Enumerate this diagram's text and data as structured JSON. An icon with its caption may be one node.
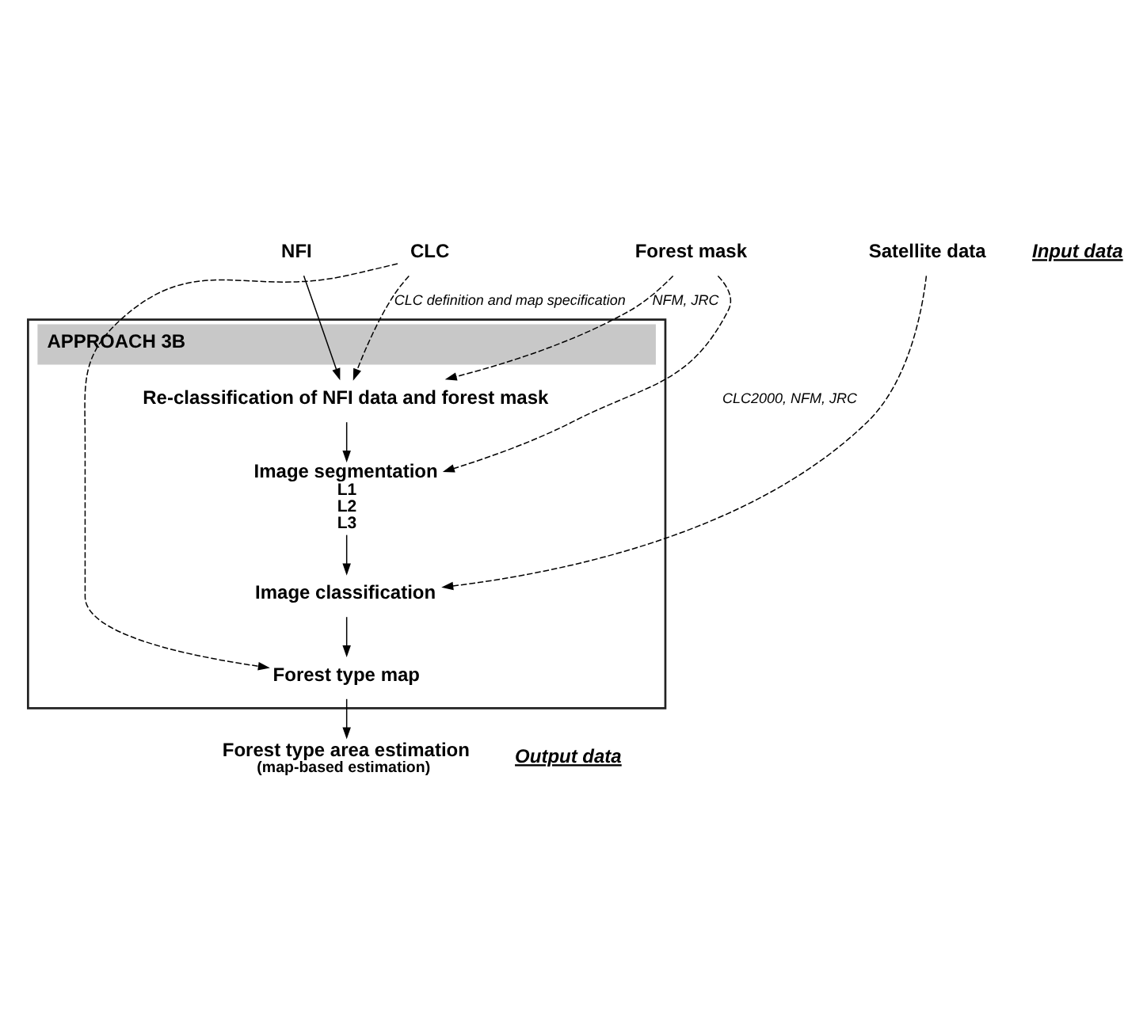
{
  "diagram": {
    "nodes": [
      {
        "text": [
          "NFI"
        ]
      },
      {
        "text": [
          "CLC"
        ]
      },
      {
        "text": [
          "Forest mask"
        ]
      },
      {
        "text": [
          "Satellite data"
        ]
      },
      {
        "text": [
          "APPROACH 3B"
        ]
      },
      {
        "text": [
          "Re-classification of NFI data and forest mask"
        ],
        "in": 4
      },
      {
        "text": [
          "Image segmentation",
          "L1",
          "L2",
          "L3"
        ],
        "in": 4
      },
      {
        "text": [
          "Image classification"
        ],
        "in": 4
      },
      {
        "text": [
          "Forest type map"
        ],
        "in": 4
      },
      {
        "text": [
          "Forest type area estimation",
          "(map-based estimation)"
        ]
      }
    ],
    "edges": [
      {
        "from": 0,
        "to": 5,
        "arrow": "to"
      },
      {
        "from": 1,
        "to": 5,
        "arrow": "to",
        "style": "dashed",
        "label": "CLC definition and map specification"
      },
      {
        "from": 2,
        "to": 5,
        "arrow": "to",
        "style": "dashed",
        "label": "NFM, JRC"
      },
      {
        "from": 2,
        "to": 6,
        "arrow": "to",
        "style": "dashed",
        "label": "CLC2000, NFM, JRC"
      },
      {
        "from": 3,
        "to": 7,
        "arrow": "to",
        "style": "dashed"
      },
      {
        "from": 1,
        "to": 8,
        "arrow": "to",
        "style": "dashed"
      },
      {
        "from": 5,
        "to": 6,
        "arrow": "to"
      },
      {
        "from": 6,
        "to": 7,
        "arrow": "to"
      },
      {
        "from": 7,
        "to": 8,
        "arrow": "to"
      },
      {
        "from": 8,
        "to": 9,
        "arrow": "to"
      }
    ],
    "labels": [
      "Input data",
      "Output data"
    ]
  }
}
